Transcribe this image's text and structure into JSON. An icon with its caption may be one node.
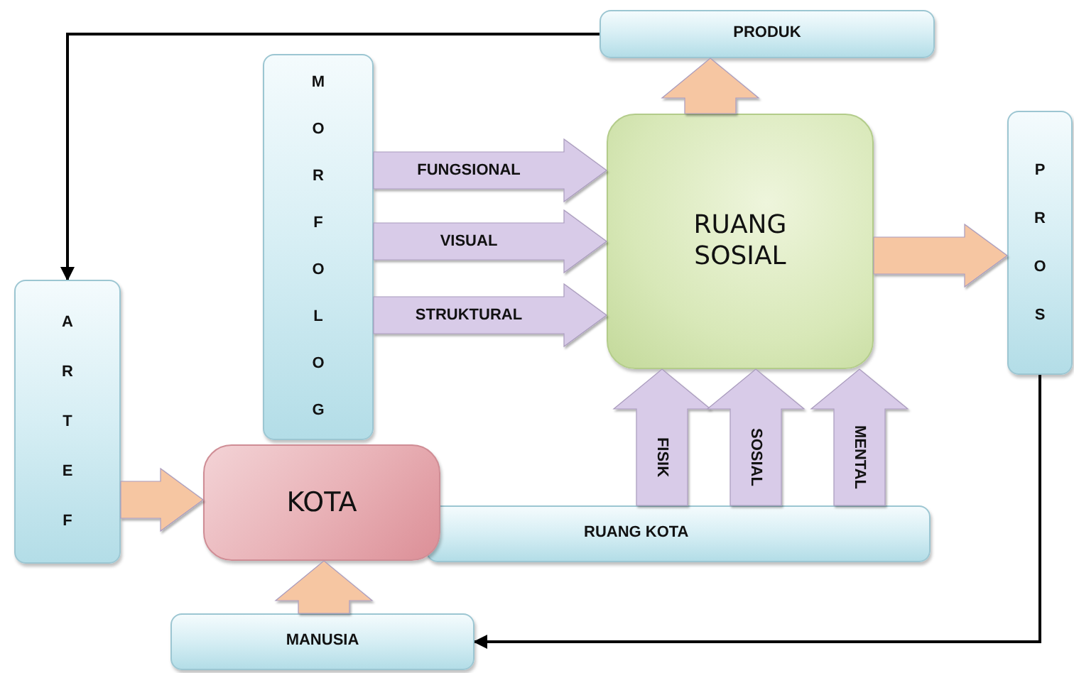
{
  "diagram": {
    "nodes": [
      {
        "text": [
          "PRODUK"
        ]
      },
      {
        "text": [
          "MORFOLOG"
        ]
      },
      {
        "text": [
          "RUANG SOSIAL"
        ]
      },
      {
        "text": [
          "PROS"
        ]
      },
      {
        "text": [
          "ARTEF"
        ]
      },
      {
        "text": [
          "KOTA"
        ]
      },
      {
        "text": [
          "RUANG KOTA"
        ]
      },
      {
        "text": [
          "MANUSIA"
        ]
      }
    ],
    "edges": [
      {
        "from": 0,
        "to": 4,
        "arrow": "to",
        "color": "#000000"
      },
      {
        "from": 1,
        "to": 2,
        "arrow": "to",
        "style": "thick",
        "label": "FUNGSIONAL"
      },
      {
        "from": 1,
        "to": 2,
        "arrow": "to",
        "style": "thick",
        "label": "VISUAL"
      },
      {
        "from": 1,
        "to": 2,
        "arrow": "to",
        "style": "thick",
        "label": "STRUKTURAL"
      },
      {
        "from": 2,
        "to": 0,
        "arrow": "to",
        "style": "thick",
        "color": "#f6c6a2"
      },
      {
        "from": 2,
        "to": 3,
        "arrow": "to",
        "style": "thick",
        "color": "#f6c6a2"
      },
      {
        "from": 4,
        "to": 5,
        "arrow": "to",
        "style": "thick",
        "color": "#f6c6a2"
      },
      {
        "from": 7,
        "to": 5,
        "arrow": "to",
        "style": "thick",
        "color": "#f6c6a2"
      },
      {
        "from": 6,
        "to": 2,
        "arrow": "to",
        "style": "thick",
        "label": "FISIK"
      },
      {
        "from": 6,
        "to": 2,
        "arrow": "to",
        "style": "thick",
        "label": "SOSIAL"
      },
      {
        "from": 6,
        "to": 2,
        "arrow": "to",
        "style": "thick",
        "label": "MENTAL"
      },
      {
        "from": 3,
        "to": 7,
        "arrow": "to",
        "color": "#000000"
      }
    ]
  }
}
